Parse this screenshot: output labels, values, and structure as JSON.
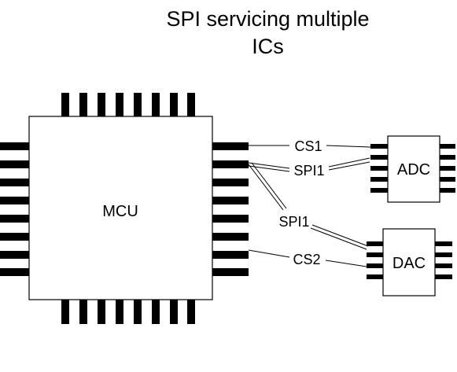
{
  "title": {
    "line1": "SPI servicing multiple",
    "line2": "ICs"
  },
  "components": {
    "mcu": {
      "label": "MCU"
    },
    "adc": {
      "label": "ADC"
    },
    "dac": {
      "label": "DAC"
    }
  },
  "connections": {
    "cs1": {
      "label": "CS1"
    },
    "spi_adc": {
      "label": "SPI1"
    },
    "spi_dac": {
      "label": "SPI1"
    },
    "cs2": {
      "label": "CS2"
    }
  },
  "colors": {
    "stroke": "#000000",
    "fill": "#ffffff"
  }
}
